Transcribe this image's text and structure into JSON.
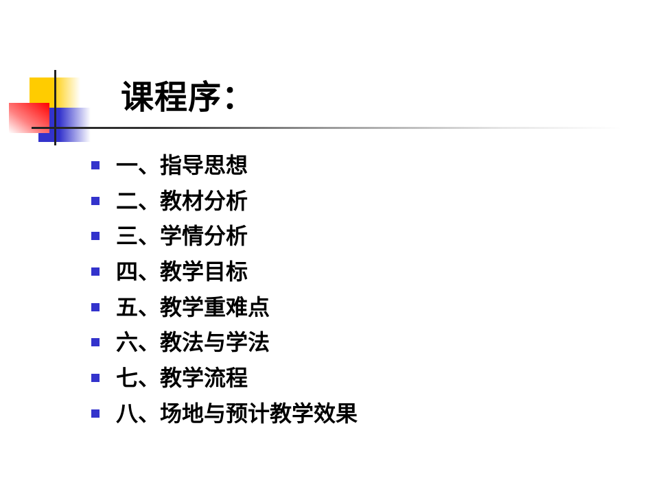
{
  "slide": {
    "title": "课程序：",
    "items": [
      {
        "label": "一、指导思想"
      },
      {
        "label": "二、教材分析"
      },
      {
        "label": "三、学情分析"
      },
      {
        "label": "四、教学目标"
      },
      {
        "label": "五、教学重难点"
      },
      {
        "label": "六、教法与学法"
      },
      {
        "label": "七、教学流程"
      },
      {
        "label": "八、场地与预计教学效果"
      }
    ],
    "colors": {
      "bullet": "#3333cc",
      "accent_yellow": "#ffcc00",
      "accent_blue": "#3333cc",
      "accent_red": "#ff0000",
      "text": "#000000"
    }
  }
}
